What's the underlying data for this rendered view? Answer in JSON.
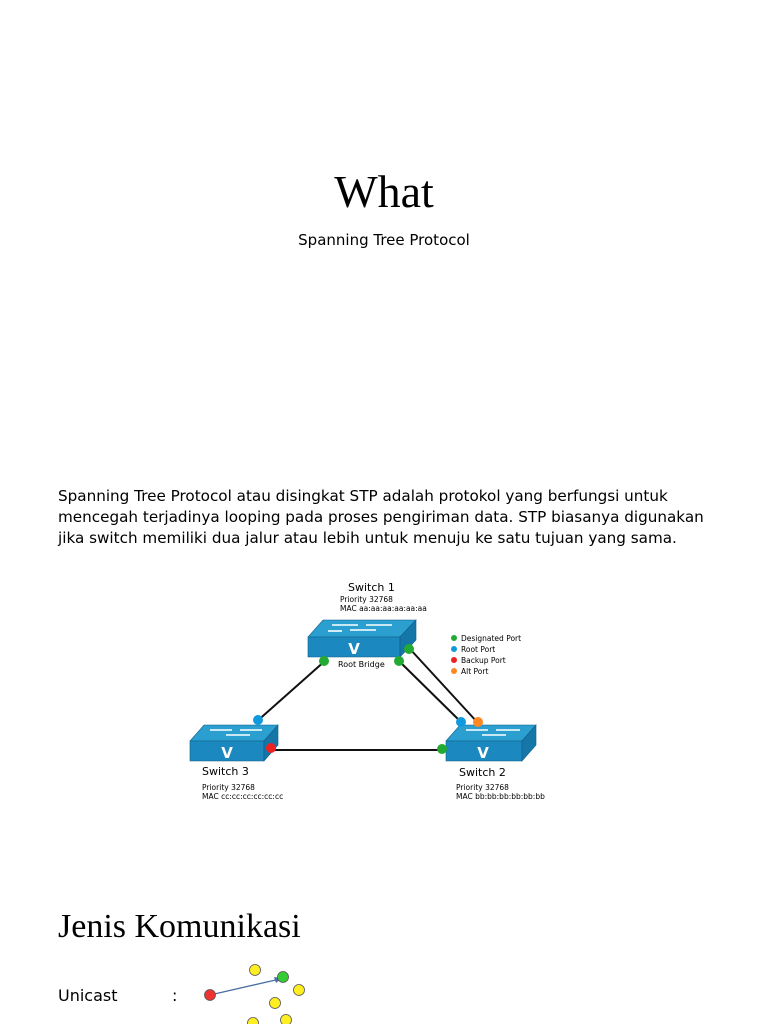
{
  "slide": {
    "title": "What",
    "subtitle": "Spanning Tree Protocol",
    "paragraph_lines": [
      "Spanning Tree Protocol atau disingkat STP adalah protokol yang berfungsi untuk",
      "mencegah terjadinya looping pada proses pengiriman data. STP biasanya digunakan",
      "jika switch memiliki dua jalur atau lebih untuk menuju ke satu tujuan yang sama."
    ]
  },
  "diagram": {
    "switch1": {
      "name": "Switch 1",
      "priority": "Priority 32768",
      "mac": "MAC aa:aa:aa:aa:aa:aa",
      "role": "Root Bridge"
    },
    "switch2": {
      "name": "Switch 2",
      "priority": "Priority 32768",
      "mac": "MAC bb:bb:bb:bb:bb:bb"
    },
    "switch3": {
      "name": "Switch 3",
      "priority": "Priority 32768",
      "mac": "MAC cc:cc:cc:cc:cc:cc"
    },
    "legend": [
      {
        "label": "Designated Port",
        "color": "#22aa33"
      },
      {
        "label": "Root Port",
        "color": "#1199dd"
      },
      {
        "label": "Backup Port",
        "color": "#ee2222"
      },
      {
        "label": "Alt Port",
        "color": "#ff8822"
      }
    ],
    "colors": {
      "switch_top": "#2a9fd0",
      "switch_side": "#1576a8",
      "switch_front": "#1b88bf",
      "link": "#111111"
    }
  },
  "section": {
    "title": "Jenis Komunikasi",
    "unicast_label": "Unicast",
    "unicast_colon": ":",
    "colors": {
      "source": "#ee3333",
      "target": "#33cc33",
      "other": "#ffee22"
    }
  }
}
